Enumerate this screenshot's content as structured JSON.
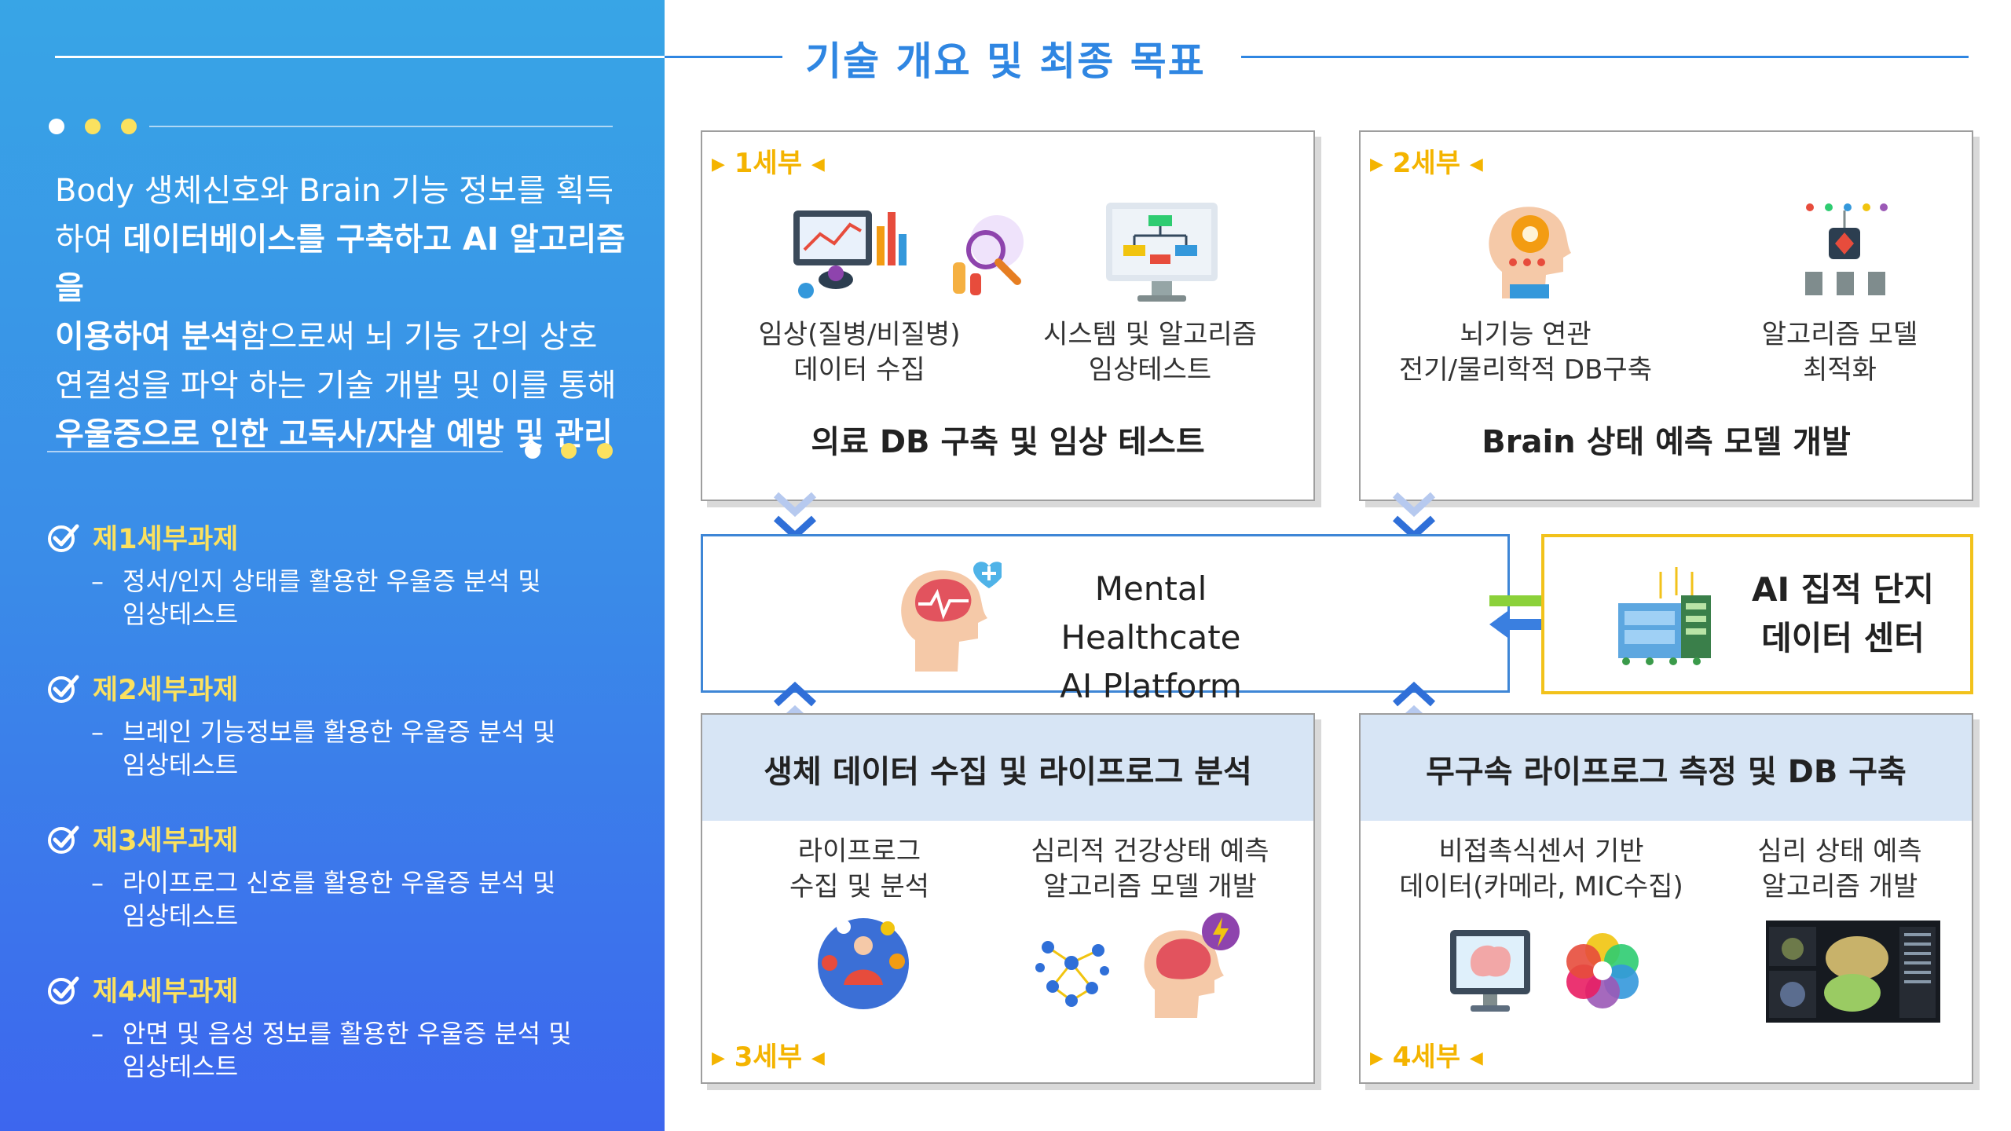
{
  "page": {
    "title": "기술 개요 및 최종 목표"
  },
  "left": {
    "intro": [
      [
        {
          "t": "Body 생체신호와 Brain 기능 정보를 획득",
          "b": false
        }
      ],
      [
        {
          "t": "하여 ",
          "b": false
        },
        {
          "t": "데이터베이스를 구축하고 AI 알고리즘을",
          "b": true
        }
      ],
      [
        {
          "t": "이용하여 분석",
          "b": true
        },
        {
          "t": "함으로써 뇌 기능 간의 상호",
          "b": false
        }
      ],
      [
        {
          "t": "연결성을 파악 하는 기술 개발 및 이를 통해",
          "b": false
        }
      ],
      [
        {
          "t": "우울증으로 인한 고독사/자살 예방 및 관리",
          "b": true
        }
      ]
    ],
    "tasks": [
      {
        "title": "제1세부과제",
        "line1": "정서/인지 상태를 활용한 우울증 분석 및",
        "line2": "임상테스트"
      },
      {
        "title": "제2세부과제",
        "line1": "브레인 기능정보를 활용한 우울증 분석 및",
        "line2": "임상테스트"
      },
      {
        "title": "제3세부과제",
        "line1": "라이프로그 신호를 활용한 우울증 분석 및",
        "line2": "임상테스트"
      },
      {
        "title": "제4세부과제",
        "line1": "안면 및 음성 정보를 활용한 우울증 분석 및",
        "line2": "임상테스트"
      }
    ],
    "dash": "–"
  },
  "card1": {
    "tag": "1세부",
    "item1": {
      "line1": "임상(질병/비질병)",
      "line2": "데이터 수집"
    },
    "item2": {
      "line1": "시스템 및 알고리즘",
      "line2": "임상테스트"
    },
    "title": "의료 DB 구축 및 임상 테스트"
  },
  "card2": {
    "tag": "2세부",
    "item1": {
      "line1": "뇌기능 연관",
      "line2": "전기/물리학적 DB구축"
    },
    "item2": {
      "line1": "알고리즘 모델",
      "line2": "최적화"
    },
    "title": "Brain 상태 예측 모델 개발"
  },
  "center": {
    "line1": "Mental Healthcate",
    "line2": "AI Platform"
  },
  "datacenter": {
    "line1": "AI 집적 단지",
    "line2": "데이터 센터"
  },
  "card3": {
    "tag": "3세부",
    "title": "생체 데이터 수집 및 라이프로그 분석",
    "item1": {
      "line1": "라이프로그",
      "line2": "수집 및 분석"
    },
    "item2": {
      "line1": "심리적 건강상태 예측",
      "line2": "알고리즘 모델 개발"
    }
  },
  "card4": {
    "tag": "4세부",
    "title": "무구속 라이프로그 측정 및 DB 구축",
    "item1": {
      "line1": "비접촉식센서 기반",
      "line2": "데이터(카메라, MIC수집)"
    },
    "item2": {
      "line1": "심리 상태 예측",
      "line2": "알고리즘 개발"
    }
  },
  "colors": {
    "accent_blue": "#2f86e2",
    "tag_yellow": "#f4b400",
    "task_yellow": "#fbe15f",
    "band": "#d7e5f5"
  }
}
